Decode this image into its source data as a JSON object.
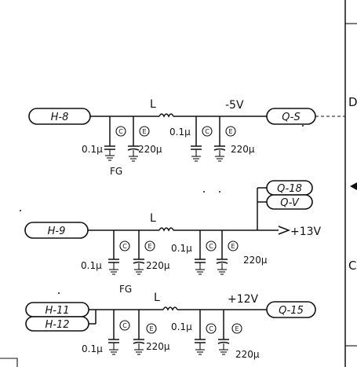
{
  "circuits": [
    {
      "inputs": [
        "H-8"
      ],
      "output": "Q-S",
      "voltage": "-5V",
      "inductor": "L",
      "cap_labels": [
        "0.1μ",
        "220μ",
        "0.1μ",
        "220μ"
      ],
      "ground_label": "FG"
    },
    {
      "inputs": [
        "H-9"
      ],
      "outputs": [
        "Q-18",
        "Q-V"
      ],
      "voltage": "+13V",
      "inductor": "L",
      "cap_labels": [
        "0.1μ",
        "220μ",
        "0.1μ",
        "220μ"
      ],
      "ground_label": "FG"
    },
    {
      "inputs": [
        "H-11",
        "H-12"
      ],
      "output": "Q-15",
      "voltage": "+12V",
      "inductor": "L",
      "cap_labels": [
        "0.1μ",
        "220μ",
        "0.1μ",
        "220μ"
      ]
    }
  ],
  "marks": {
    "ceramic": "C",
    "electrolytic": "E"
  },
  "right_margin": {
    "letter_d": "D",
    "letter_c": "C"
  }
}
